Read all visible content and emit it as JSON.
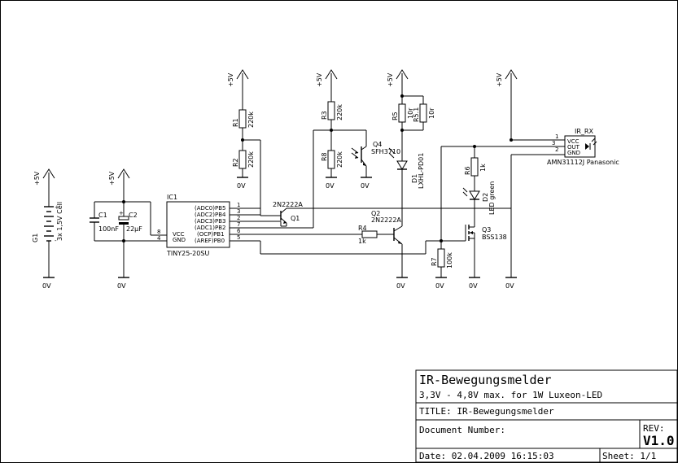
{
  "supply": {
    "vplus": "+5V",
    "gnd": "0V"
  },
  "battery": {
    "ref": "G1",
    "value": "3x 1,5V Cell",
    "plus": "+",
    "minus": "-"
  },
  "capacitors": [
    {
      "ref": "C1",
      "value": "100nF"
    },
    {
      "ref": "C2",
      "value": "22µF"
    }
  ],
  "mcu": {
    "ref": "IC1",
    "part": "TINY25-20SU",
    "pwr_labels": [
      "VCC",
      "GND"
    ],
    "pwr_numbers": [
      "8",
      "4"
    ],
    "pins": [
      {
        "label": "(ADC0)PB5",
        "num": "1"
      },
      {
        "label": "(ADC2)PB4",
        "num": "3"
      },
      {
        "label": "(ADC3)PB3",
        "num": "2"
      },
      {
        "label": "(ADC1)PB2",
        "num": "7"
      },
      {
        "label": "(OCP)PB1",
        "num": "6"
      },
      {
        "label": "(AREF)PB0",
        "num": "5"
      }
    ]
  },
  "resistors": [
    {
      "ref": "R1",
      "value": "220k"
    },
    {
      "ref": "R2",
      "value": "220k"
    },
    {
      "ref": "R3",
      "value": "220k"
    },
    {
      "ref": "R8",
      "value": "220k"
    },
    {
      "ref": "R5",
      "value": "10r"
    },
    {
      "ref": "R5.1",
      "value": "10r"
    },
    {
      "ref": "R6",
      "value": "1k"
    },
    {
      "ref": "R4",
      "value": "1k"
    },
    {
      "ref": "R7",
      "value": "100k"
    }
  ],
  "transistors": [
    {
      "ref": "Q1",
      "part": "2N2222A"
    },
    {
      "ref": "Q2",
      "part": "2N2222A"
    },
    {
      "ref": "Q3",
      "part": "BSS138"
    },
    {
      "ref": "Q4",
      "part": "SFH3710"
    }
  ],
  "leds": [
    {
      "ref": "D1",
      "part": "LXHL-PD01"
    },
    {
      "ref": "D2",
      "part": "LED green"
    }
  ],
  "ir_sensor": {
    "ref": "IR_RX",
    "part": "AMN31112J Panasonic",
    "pins": [
      {
        "num": "1",
        "label": "VCC"
      },
      {
        "num": "3",
        "label": "OUT"
      },
      {
        "num": "2",
        "label": "GND"
      }
    ]
  },
  "title_block": {
    "title": "IR-Bewegungsmelder",
    "subtitle": "3,3V - 4,8V max.    for 1W Luxeon-LED",
    "title_line": "TITLE:  IR-Bewegungsmelder",
    "doc_number": "Document Number:",
    "rev_label": "REV:",
    "rev_value": "V1.0",
    "date": "Date: 02.04.2009 16:15:03",
    "sheet": "Sheet: 1/1"
  }
}
